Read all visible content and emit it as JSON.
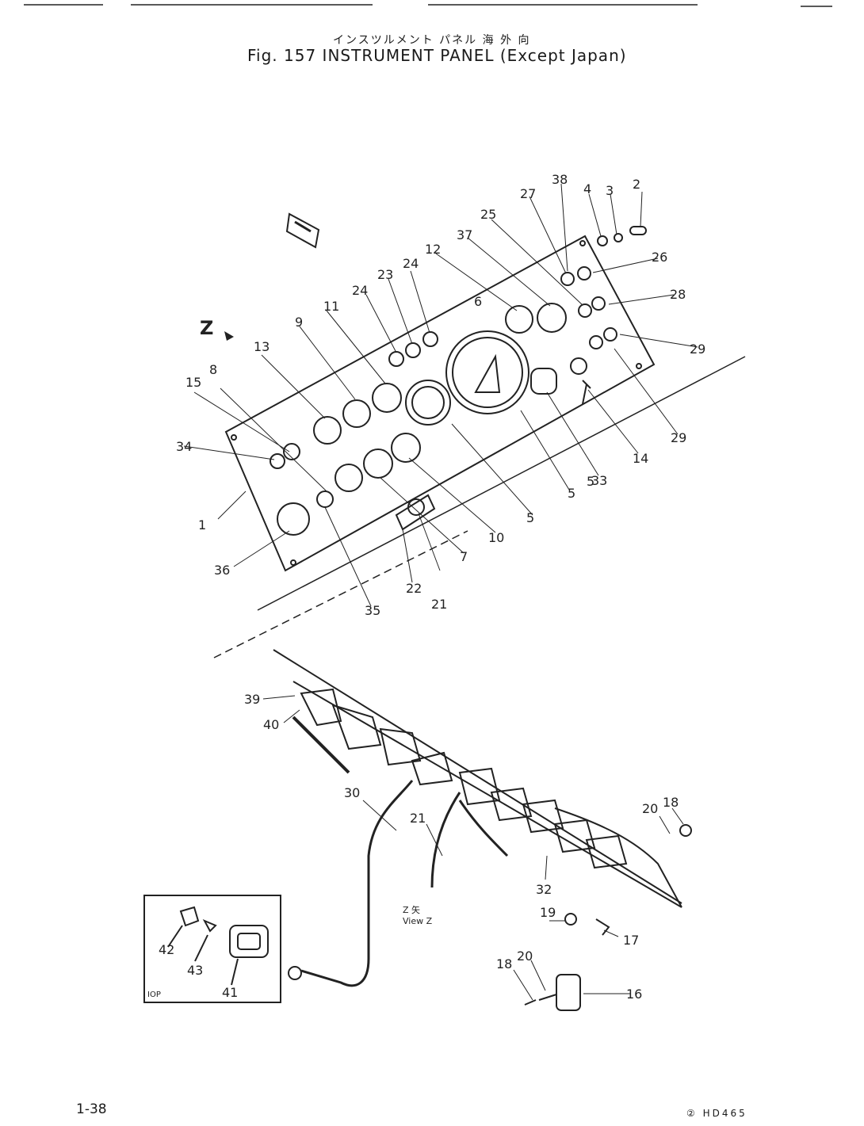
{
  "header": {
    "title_jp": "インスツルメント パネル 海 外 向",
    "title_en": "Fig. 157  INSTRUMENT PANEL (Except Japan)"
  },
  "footer": {
    "page_number": "1-38",
    "drawing_code": "② HD465"
  },
  "labels": {
    "view_z_marker": "Z",
    "view_z_caption_1": "Z 矢",
    "view_z_caption_2": "View Z",
    "inset_tag": "IOP"
  },
  "callouts": [
    "1",
    "2",
    "3",
    "4",
    "5",
    "5",
    "5",
    "6",
    "7",
    "8",
    "9",
    "10",
    "11",
    "12",
    "13",
    "14",
    "15",
    "16",
    "17",
    "18",
    "18",
    "19",
    "20",
    "20",
    "21",
    "21",
    "22",
    "23",
    "24",
    "24",
    "25",
    "26",
    "27",
    "28",
    "29",
    "29",
    "30",
    "32",
    "33",
    "34",
    "35",
    "36",
    "37",
    "38",
    "39",
    "40",
    "41",
    "42",
    "43"
  ]
}
